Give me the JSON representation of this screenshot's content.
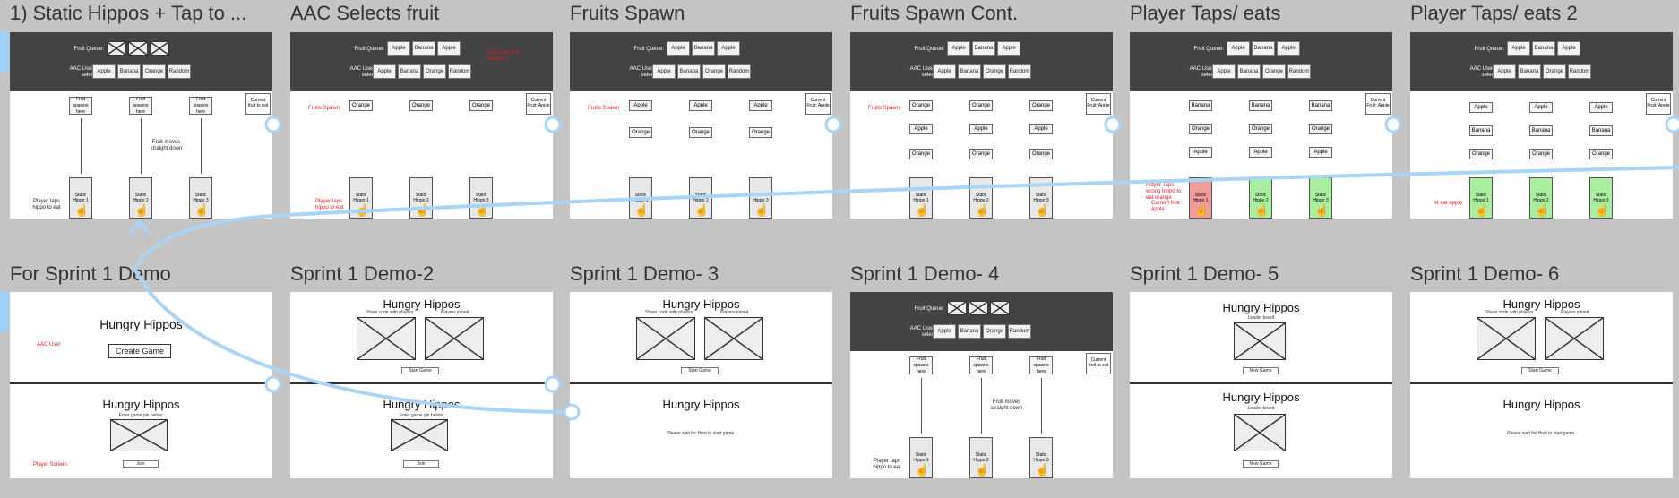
{
  "frames_row1": [
    {
      "title": "1) Static Hippos + Tap to ...",
      "kind": "static"
    },
    {
      "title": "AAC Selects fruit",
      "kind": "select"
    },
    {
      "title": "Fruits Spawn",
      "kind": "spawn"
    },
    {
      "title": "Fruits Spawn Cont.",
      "kind": "spawn2"
    },
    {
      "title": "Player Taps/ eats",
      "kind": "taps"
    },
    {
      "title": "Player Taps/ eats 2",
      "kind": "taps2"
    }
  ],
  "frames_row2": [
    {
      "title": "For Sprint 1 Demo"
    },
    {
      "title": "Sprint 1 Demo-2"
    },
    {
      "title": "Sprint 1 Demo- 3"
    },
    {
      "title": "Sprint 1 Demo- 4"
    },
    {
      "title": "Sprint 1 Demo- 5"
    },
    {
      "title": "Sprint 1 Demo- 6"
    }
  ],
  "ui": {
    "fruit_queue": "Fruit Queue:",
    "aac_select": "AAC User fruit selection:",
    "apple": "Apple",
    "banana": "Banana",
    "orange": "Orange",
    "random": "Random",
    "current_fruit_eat": "Current fruit to eat",
    "current_fruit_apple": "Current Fruit: Apple",
    "fruit_spawns": "Fruit spawns here",
    "fruit_moves": "Fruit moves straight down",
    "player_taps": "Player taps hippo to eat",
    "fruits_spawn_red": "Fruits Spawn",
    "player_taps_red": "Player taps hippo to eat",
    "hippo1": "Static Hippo 1",
    "hippo2": "Static Hippo 2",
    "hippo3": "Static Hippo 3",
    "red_aac": "AAC User fruit selection",
    "wrong_hippo": "Player Taps wrong hippo to eat orange",
    "current_apple_note": "Current fruit: apple",
    "at_eat_apple": "At eat apple"
  },
  "demo": {
    "hungry": "Hungry Hippos",
    "create_game": "Create Game",
    "aac_user": "AAC User",
    "player_screen": "Player Screen",
    "enter_game": "Enter game pin below:",
    "join": "Join",
    "share_code": "Share code with players",
    "players_joined": "Players joined",
    "start_game": "Start Game",
    "wait_host": "Please wait for Host to start game.",
    "leaderboard": "Leader board",
    "new_game": "New Game"
  }
}
